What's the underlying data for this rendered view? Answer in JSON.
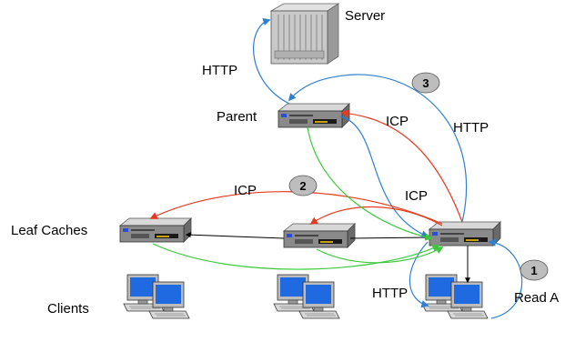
{
  "nodes": {
    "server": "Server",
    "parent": "Parent",
    "leaf_caches": "Leaf Caches",
    "clients": "Clients"
  },
  "edges": {
    "http_server_parent": "HTTP",
    "icp_leaf_to_parent": "ICP",
    "http_leaf_to_parent": "HTTP",
    "icp_leaf_to_left": "ICP",
    "icp_leaf_to_mid": "ICP",
    "http_leaf_to_client": "HTTP",
    "read_request": "Read A"
  },
  "steps": [
    "3",
    "2",
    "1"
  ],
  "colors": {
    "http": "#2f7fd0",
    "icp": "#e53a1f",
    "reply": "#3cc83c",
    "link": "#000000",
    "badge": "#bdbdbd"
  }
}
